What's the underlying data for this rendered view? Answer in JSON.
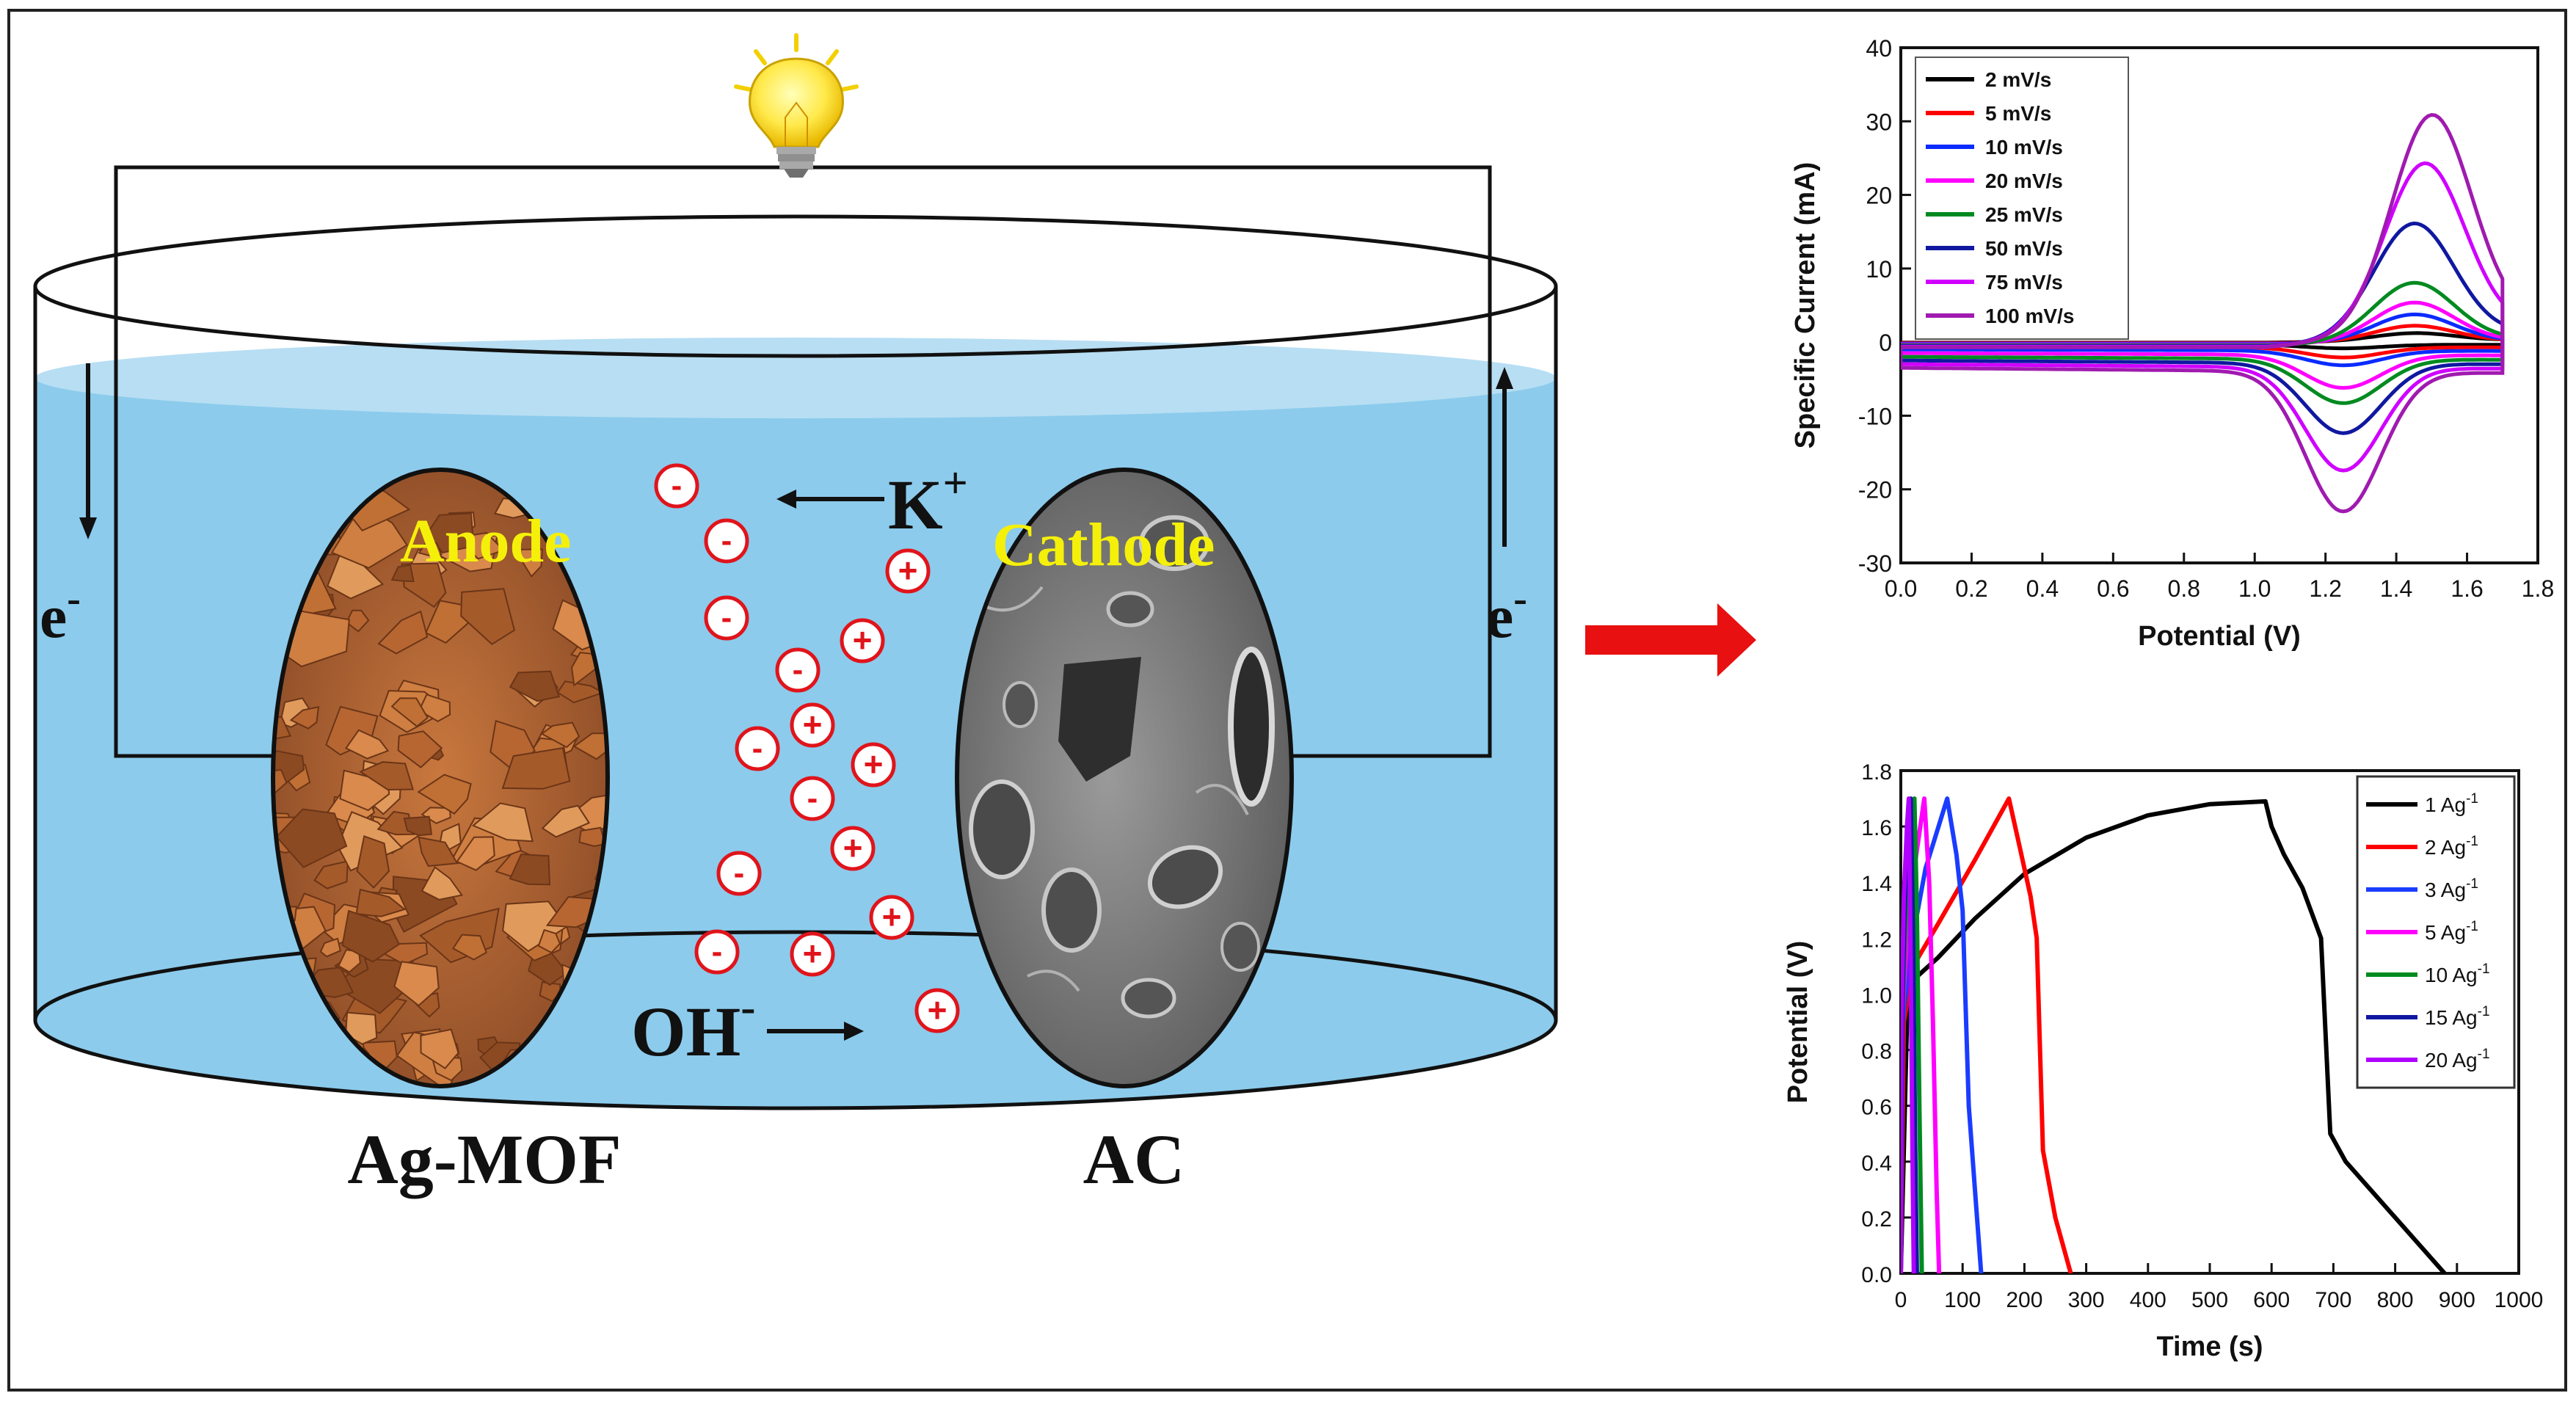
{
  "cell": {
    "left_label": "Ag-MOF",
    "right_label": "AC",
    "anode_label": "Anode",
    "cathode_label": "Cathode",
    "electron_left": "e",
    "electron_right": "e",
    "electron_sup": "-",
    "k_ion": "K",
    "k_sup": "+",
    "oh_ion": "OH",
    "oh_sup": "-",
    "minus_sign": "-",
    "plus_sign": "+",
    "colors": {
      "electrolyte": "#8ccbec",
      "electrolyte_top": "#b7def3",
      "anode_fill": "#b5683a",
      "cathode_fill": "#7d7d7d",
      "ion_red": "#e0141b",
      "label_yellow": "#f5f00a",
      "arrow_red": "#e81010"
    },
    "icons": [
      "light-bulb-icon",
      "arrow-right-icon"
    ]
  },
  "chart_data": [
    {
      "type": "line",
      "title": "",
      "xlabel": "Potential (V)",
      "ylabel": "Specific Current (mA)",
      "xlim": [
        0.0,
        1.8
      ],
      "ylim": [
        -30,
        40
      ],
      "xticks": [
        "0.0",
        "0.2",
        "0.4",
        "0.6",
        "0.8",
        "1.0",
        "1.2",
        "1.4",
        "1.6",
        "1.8"
      ],
      "yticks": [
        "-30",
        "-20",
        "-10",
        "0",
        "10",
        "20",
        "30",
        "40"
      ],
      "legend_position": "top-left",
      "series": [
        {
          "name": "2 mV/s",
          "color": "#000000",
          "anodic_peak": [
            1.45,
            1.0
          ],
          "cathodic_peak": [
            1.25,
            -0.8
          ],
          "low_end": [
            0.0,
            -0.3
          ]
        },
        {
          "name": "5 mV/s",
          "color": "#ff0000",
          "anodic_peak": [
            1.45,
            2.0
          ],
          "cathodic_peak": [
            1.25,
            -2.0
          ],
          "low_end": [
            0.0,
            -0.6
          ]
        },
        {
          "name": "10 mV/s",
          "color": "#0a2bff",
          "anodic_peak": [
            1.45,
            3.5
          ],
          "cathodic_peak": [
            1.25,
            -3.0
          ],
          "low_end": [
            0.0,
            -1.0
          ]
        },
        {
          "name": "20 mV/s",
          "color": "#ff00ff",
          "anodic_peak": [
            1.45,
            5.0
          ],
          "cathodic_peak": [
            1.25,
            -6.0
          ],
          "low_end": [
            0.0,
            -1.5
          ]
        },
        {
          "name": "25 mV/s",
          "color": "#008a20",
          "anodic_peak": [
            1.45,
            7.5
          ],
          "cathodic_peak": [
            1.25,
            -8.0
          ],
          "low_end": [
            0.0,
            -2.0
          ]
        },
        {
          "name": "50 mV/s",
          "color": "#1018a0",
          "anodic_peak": [
            1.45,
            15.0
          ],
          "cathodic_peak": [
            1.25,
            -12.0
          ],
          "low_end": [
            0.0,
            -2.5
          ]
        },
        {
          "name": "75 mV/s",
          "color": "#d000ff",
          "anodic_peak": [
            1.48,
            22.5
          ],
          "cathodic_peak": [
            1.25,
            -17.0
          ],
          "low_end": [
            0.0,
            -3.0
          ]
        },
        {
          "name": "100 mV/s",
          "color": "#a01ab0",
          "anodic_peak": [
            1.5,
            28.5
          ],
          "cathodic_peak": [
            1.25,
            -22.5
          ],
          "low_end": [
            0.0,
            -3.5
          ]
        }
      ]
    },
    {
      "type": "line",
      "title": "",
      "xlabel": "Time (s)",
      "ylabel": "Potential (V)",
      "xlim": [
        0,
        1000
      ],
      "ylim": [
        0.0,
        1.8
      ],
      "xticks": [
        "0",
        "100",
        "200",
        "300",
        "400",
        "500",
        "600",
        "700",
        "800",
        "900",
        "1000"
      ],
      "yticks": [
        "0.0",
        "0.2",
        "0.4",
        "0.6",
        "0.8",
        "1.0",
        "1.2",
        "1.4",
        "1.6",
        "1.8"
      ],
      "legend_position": "top-right",
      "series": [
        {
          "name": "1 Ag",
          "sup": "-1",
          "color": "#000000",
          "x": [
            0,
            10,
            20,
            60,
            120,
            200,
            300,
            400,
            500,
            590,
            600,
            620,
            650,
            680,
            695,
            720,
            800,
            880
          ],
          "y": [
            0.0,
            0.9,
            1.05,
            1.13,
            1.27,
            1.43,
            1.56,
            1.64,
            1.68,
            1.69,
            1.6,
            1.5,
            1.38,
            1.2,
            0.5,
            0.4,
            0.2,
            0.0
          ]
        },
        {
          "name": "2 Ag",
          "sup": "-1",
          "color": "#ff0000",
          "x": [
            0,
            5,
            20,
            60,
            120,
            175,
            190,
            210,
            220,
            230,
            250,
            275
          ],
          "y": [
            0.0,
            0.9,
            1.1,
            1.25,
            1.48,
            1.7,
            1.55,
            1.35,
            1.2,
            0.44,
            0.2,
            0.0
          ]
        },
        {
          "name": "3 Ag",
          "sup": "-1",
          "color": "#1a3cff",
          "x": [
            0,
            3,
            15,
            40,
            75,
            90,
            100,
            110,
            120,
            130
          ],
          "y": [
            0.0,
            0.9,
            1.15,
            1.45,
            1.7,
            1.5,
            1.3,
            0.6,
            0.3,
            0.0
          ]
        },
        {
          "name": "5 Ag",
          "sup": "-1",
          "color": "#ff00ff",
          "x": [
            0,
            2,
            10,
            25,
            38,
            46,
            52,
            58,
            62
          ],
          "y": [
            0.0,
            0.9,
            1.2,
            1.5,
            1.7,
            1.4,
            0.9,
            0.3,
            0.0
          ]
        },
        {
          "name": "10 Ag",
          "sup": "-1",
          "color": "#008a20",
          "x": [
            0,
            2,
            8,
            16,
            22,
            26,
            30,
            34
          ],
          "y": [
            0.0,
            0.9,
            1.3,
            1.55,
            1.7,
            1.3,
            0.6,
            0.0
          ]
        },
        {
          "name": "15 Ag",
          "sup": "-1",
          "color": "#1018a0",
          "x": [
            0,
            2,
            6,
            12,
            16,
            20,
            23,
            26
          ],
          "y": [
            0.0,
            0.9,
            1.3,
            1.6,
            1.7,
            1.2,
            0.5,
            0.0
          ]
        },
        {
          "name": "20 Ag",
          "sup": "-1",
          "color": "#b000ff",
          "x": [
            0,
            1,
            5,
            10,
            13,
            16,
            19,
            21
          ],
          "y": [
            0.0,
            0.9,
            1.35,
            1.6,
            1.7,
            1.1,
            0.4,
            0.0
          ]
        }
      ]
    }
  ]
}
